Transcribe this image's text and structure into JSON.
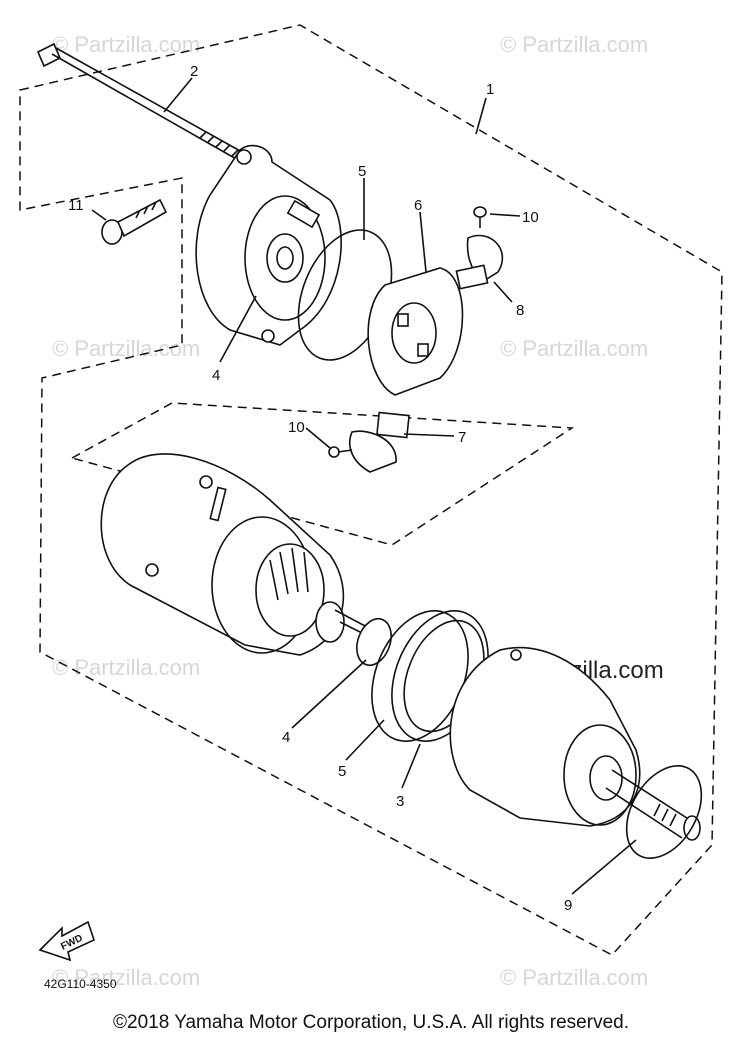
{
  "watermark": "© Partzilla.com",
  "part_code": "42G110-4350",
  "fwd_label": "FWD",
  "copyright": "©2018 Yamaha Motor Corporation, U.S.A. All rights reserved.",
  "callouts": {
    "c1": "1",
    "c2": "2",
    "c3": "3",
    "c4a": "4",
    "c4b": "4",
    "c5a": "5",
    "c5b": "5",
    "c6": "6",
    "c7": "7",
    "c8": "8",
    "c9": "9",
    "c10a": "10",
    "c10b": "10",
    "c11": "11"
  }
}
